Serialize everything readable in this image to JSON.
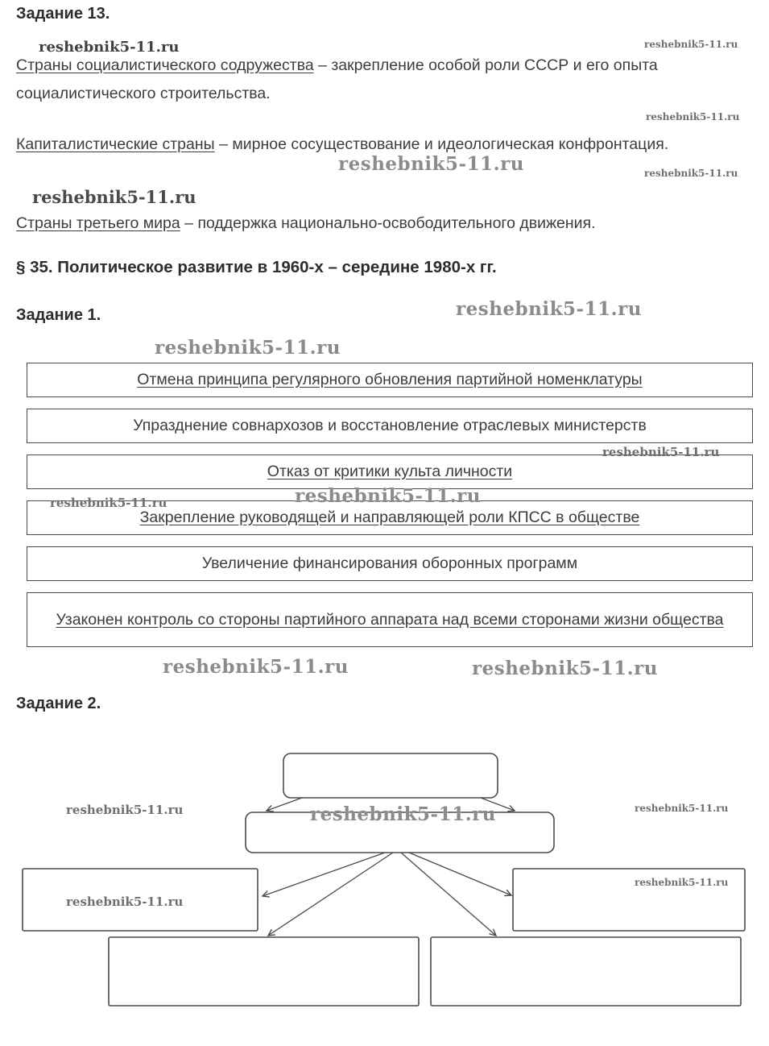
{
  "watermark": {
    "text": "reshebnik5-11.ru"
  },
  "task13": {
    "heading": "Задание 13.",
    "paragraphs": [
      {
        "lead": "Страны социалистического содружества",
        "rest": " – закрепление особой роли СССР и его опыта социалистического строительства."
      },
      {
        "lead": "Капиталистические страны",
        "rest": " – мирное сосуществование и идеологическая конфронтация."
      },
      {
        "lead": "Страны третьего мира",
        "rest": " – поддержка национально-освободительного движения."
      }
    ]
  },
  "section": {
    "heading": "§ 35. Политическое развитие в 1960-х – середине 1980-х гг."
  },
  "task1": {
    "heading": "Задание 1.",
    "boxes": [
      {
        "text": "Отмена принципа регулярного обновления партийной номенклатуры"
      },
      {
        "text": "Упразднение совнархозов и восстановление отраслевых министерств"
      },
      {
        "text": "Отказ от критики культа личности"
      },
      {
        "text": "Закрепление руководящей и направляющей роли КПСС в обществе"
      },
      {
        "text": "Увеличение финансирования оборонных программ"
      },
      {
        "text": "Узаконен контроль со стороны партийного аппарата над всеми сторонами жизни общества"
      }
    ]
  },
  "task2": {
    "heading": "Задание 2."
  }
}
